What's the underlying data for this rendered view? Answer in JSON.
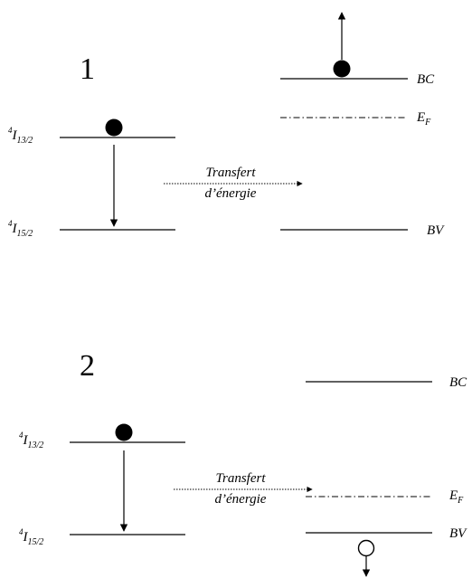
{
  "panels": [
    {
      "number": "1",
      "level_upper": {
        "sup": "4",
        "main": "I",
        "sub": "13/2"
      },
      "level_lower": {
        "sup": "4",
        "main": "I",
        "sub": "15/2"
      },
      "transfer_line1": "Transfert",
      "transfer_line2": "d’énergie",
      "band_conduction": "BC",
      "fermi": {
        "main": "E",
        "sub": "F"
      },
      "band_valence": "BV"
    },
    {
      "number": "2",
      "level_upper": {
        "sup": "4",
        "main": "I",
        "sub": "13/2"
      },
      "level_lower": {
        "sup": "4",
        "main": "I",
        "sub": "15/2"
      },
      "transfer_line1": "Transfert",
      "transfer_line2": "d’énergie",
      "band_conduction": "BC",
      "fermi": {
        "main": "E",
        "sub": "F"
      },
      "band_valence": "BV"
    }
  ],
  "markers": {
    "electron": "filled-circle",
    "hole": "open-circle",
    "color": "#000000"
  }
}
